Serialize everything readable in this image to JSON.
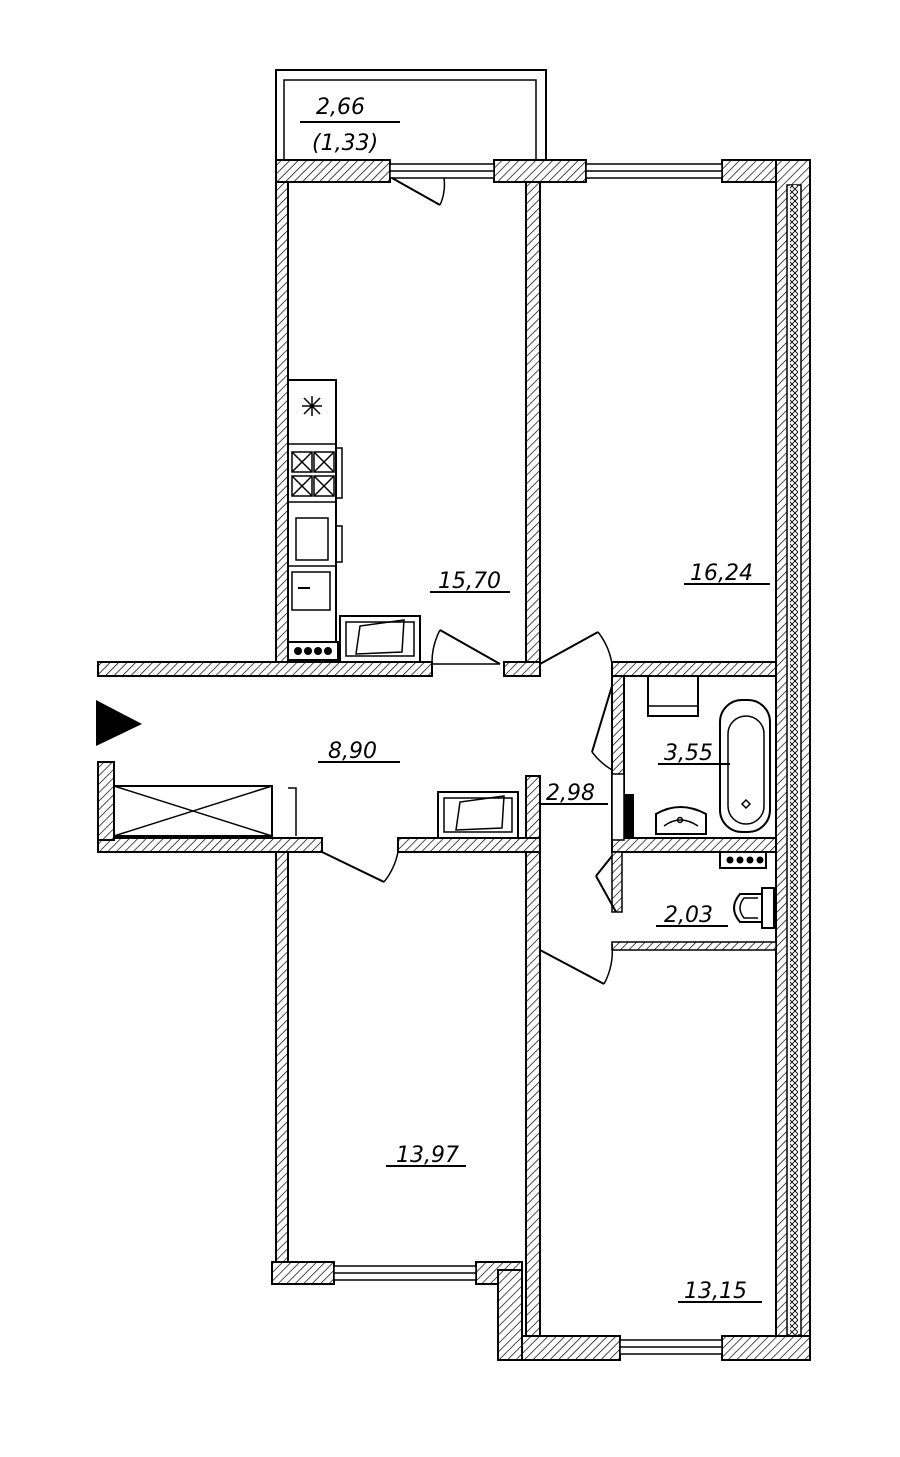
{
  "rooms": [
    {
      "id": "balcony",
      "area": "2,66",
      "area_reduced": "(1,33)"
    },
    {
      "id": "kitchen",
      "area": "15,70"
    },
    {
      "id": "bedroom-ne",
      "area": "16,24"
    },
    {
      "id": "hall",
      "area": "8,90"
    },
    {
      "id": "corridor",
      "area": "2,98"
    },
    {
      "id": "bathroom",
      "area": "3,55"
    },
    {
      "id": "toilet",
      "area": "2,03"
    },
    {
      "id": "bedroom-sw",
      "area": "13,97"
    },
    {
      "id": "bedroom-se",
      "area": "13,15"
    }
  ],
  "icons": [
    "entrance-arrow-icon",
    "stove-icon",
    "sink-icon",
    "bathtub-icon",
    "toilet-icon",
    "washbasin-icon",
    "wardrobe-icon",
    "radiator-icon"
  ],
  "colors": {
    "wall": "#000000",
    "hatch": "#000000",
    "background": "#ffffff"
  }
}
